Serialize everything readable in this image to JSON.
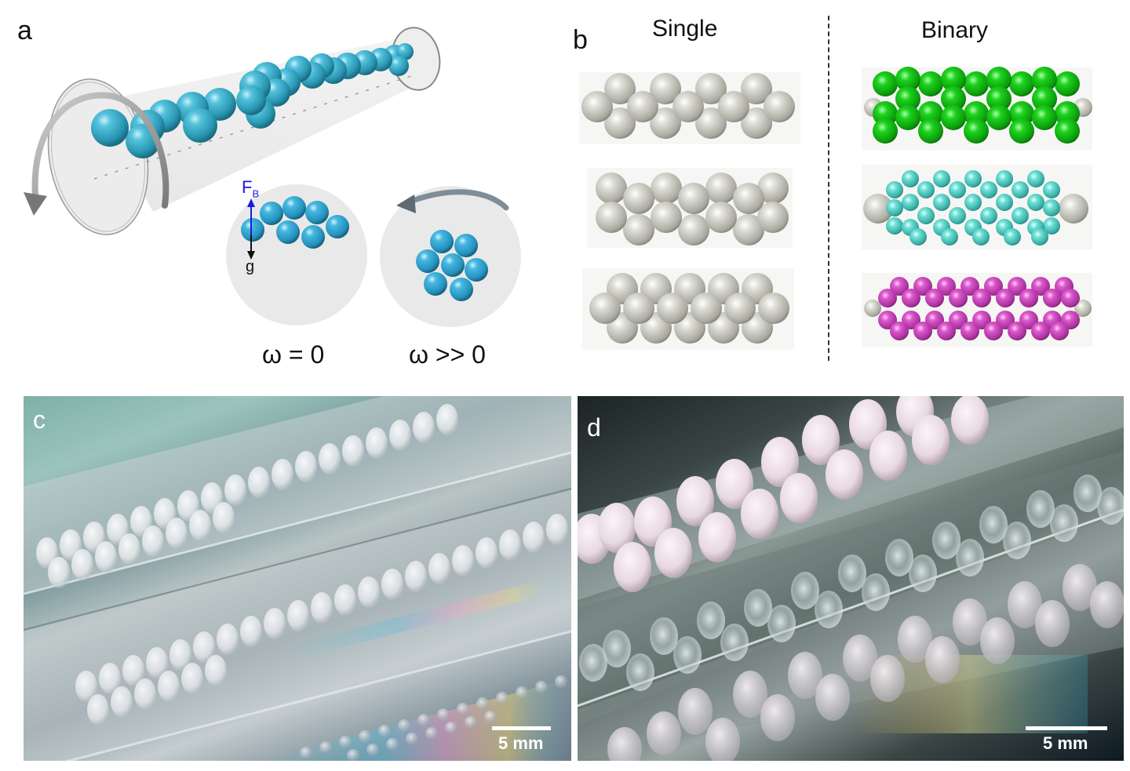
{
  "figure": {
    "panels": {
      "a": {
        "label": "a",
        "force_label_main": "F",
        "force_label_sub": "B",
        "gravity_label": "g",
        "state_left": "ω = 0",
        "state_right": "ω >> 0",
        "sphere_color": "#3fb0cc",
        "force_color": "#1a1adb"
      },
      "b": {
        "label": "b",
        "column_single": "Single",
        "column_binary": "Binary",
        "single_color": "#d6d6cf",
        "binary_colors": [
          "#18c018",
          "#5fd6cc",
          "#d24ec4"
        ],
        "end_cap_color": "#e6e6e0"
      },
      "c": {
        "label": "c",
        "scalebar_text": "5 mm"
      },
      "d": {
        "label": "d",
        "scalebar_text": "5 mm"
      }
    }
  }
}
